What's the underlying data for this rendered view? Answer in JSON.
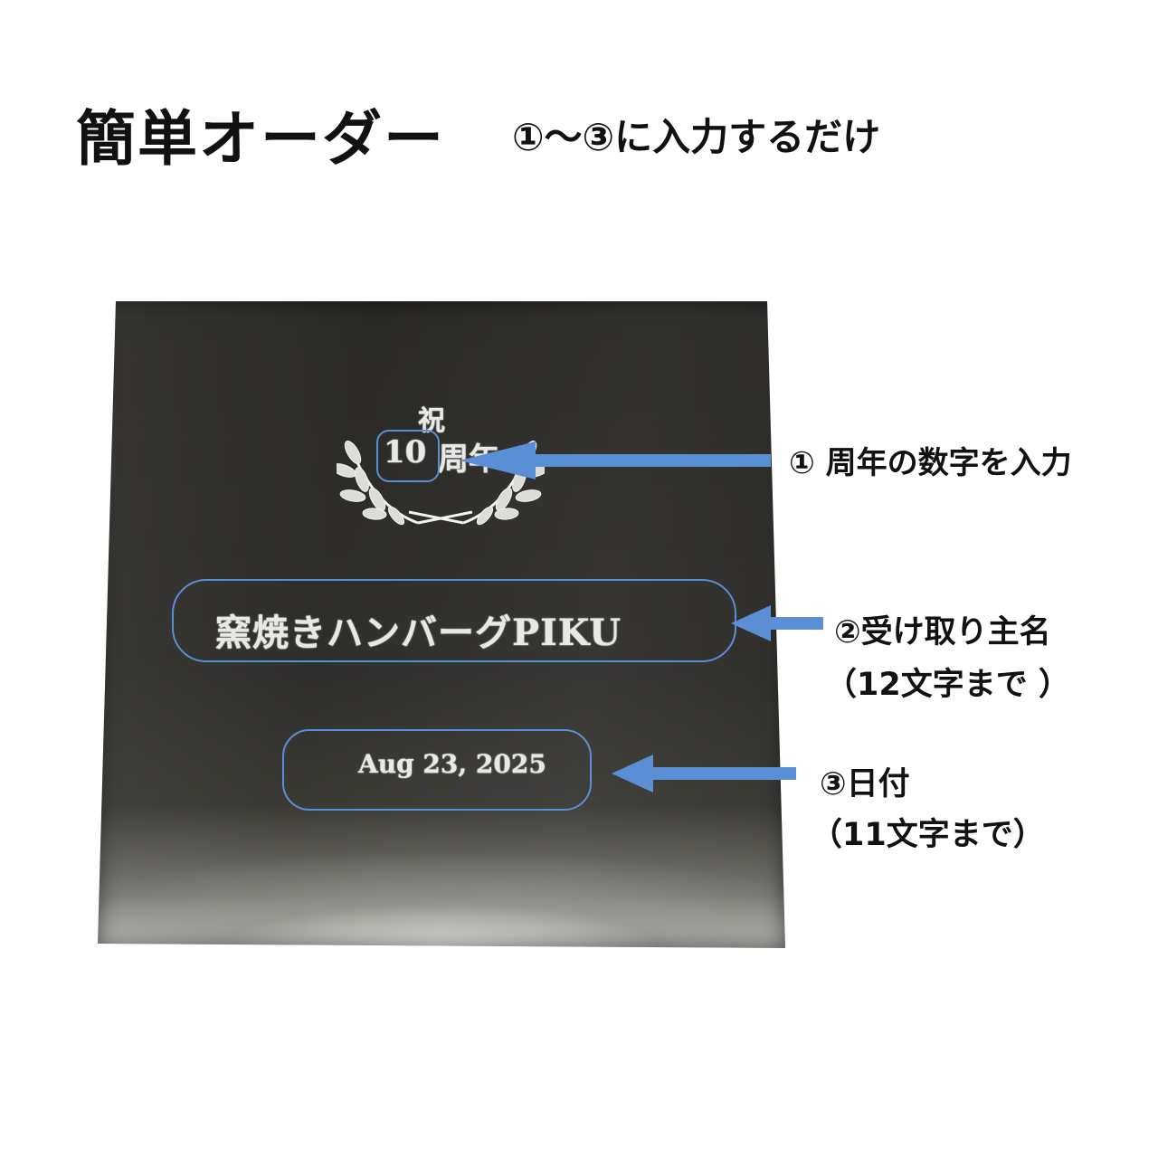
{
  "header": {
    "title": "簡単オーダー",
    "subtitle": "①〜③に入力するだけ"
  },
  "plate": {
    "celebration": "祝",
    "anniversary_number": "10",
    "anniversary_suffix": "周年",
    "recipient_name": "窯焼きハンバーグPIKU",
    "date": "Aug 23, 2025"
  },
  "annotations": {
    "step1": "① 周年の数字を入力",
    "step2_label": "②受け取り主名",
    "step2_limit": "（12文字まで ）",
    "step3_label": "③日付",
    "step3_limit": "（11文字まで）"
  },
  "colors": {
    "annotation_blue": "#5a8fd6",
    "plate_dark": "#2d2c28",
    "engraving": "#e8e8e6"
  },
  "icons": [
    "laurel-wreath-icon",
    "arrow-left-icon"
  ]
}
